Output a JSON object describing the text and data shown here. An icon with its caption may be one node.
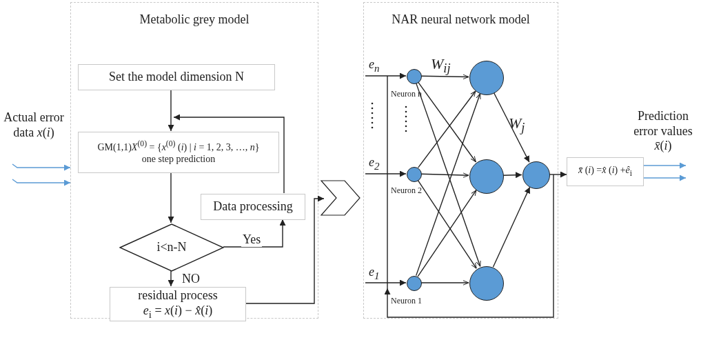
{
  "diagram": {
    "nodes": [
      {
        "text": [
          "Metabolic grey model"
        ]
      },
      {
        "text": [
          "Set the model dimension N"
        ],
        "in": 0
      },
      {
        "text": [
          "GM(1,1)*X*$^{(0)}$ = {*x*$^{(0)}$ (*i*) | *i* = 1, 2, 3, …, *n*}",
          "one step prediction"
        ],
        "in": 0
      },
      {
        "text": [
          "Data processing"
        ],
        "in": 0
      },
      {
        "text": [
          "i<n-N"
        ],
        "in": 0
      },
      {
        "text": [
          "residual process",
          "*e*$_{i}$ = *x*(*i*) − *x̂*(*i*)"
        ],
        "in": 0
      },
      {
        "text": [
          "NAR neural network model"
        ]
      },
      {
        "text": [],
        "shape": "circle",
        "in": 6,
        "beside": [
          "Neuron n"
        ]
      },
      {
        "text": [],
        "shape": "circle",
        "in": 6,
        "beside": [
          "Neuron 2"
        ]
      },
      {
        "text": [],
        "shape": "circle",
        "in": 6,
        "beside": [
          "Neuron 1"
        ]
      },
      {
        "text": [],
        "shape": "circle",
        "in": 6
      },
      {
        "text": [],
        "shape": "circle",
        "in": 6
      },
      {
        "text": [],
        "shape": "circle",
        "in": 6
      },
      {
        "text": [],
        "shape": "circle",
        "in": 6
      },
      {
        "text": [
          "*x̄* (*i*) =*x̂* (*i*) +*ê*$_{i}$"
        ]
      }
    ],
    "edges": [
      {
        "from": 1,
        "to": 2,
        "arrow": "to"
      },
      {
        "from": 2,
        "to": 4,
        "arrow": "to"
      },
      {
        "from": 4,
        "to": 3,
        "arrow": "to",
        "label": "Yes"
      },
      {
        "from": 3,
        "to": 2,
        "arrow": "to"
      },
      {
        "from": 4,
        "to": 5,
        "arrow": "to",
        "label": "NO"
      },
      {
        "from": 5,
        "to": null,
        "arrow": "to"
      },
      {
        "from": 0,
        "to": 6,
        "arrow": "to"
      },
      {
        "from": null,
        "to": 0,
        "arrow": "to",
        "color": "#5b9bd5"
      },
      {
        "from": null,
        "to": 0,
        "arrow": "to",
        "color": "#5b9bd5"
      },
      {
        "from": null,
        "to": 7,
        "arrow": "to",
        "label": "e$_{n}$"
      },
      {
        "from": null,
        "to": 8,
        "arrow": "to",
        "label": "e$_{2}$"
      },
      {
        "from": null,
        "to": 9,
        "arrow": "to",
        "label": "e$_{1}$"
      },
      {
        "from": 7,
        "to": 10,
        "arrow": "to"
      },
      {
        "from": 7,
        "to": 11,
        "arrow": "to"
      },
      {
        "from": 7,
        "to": 12,
        "arrow": "to"
      },
      {
        "from": 8,
        "to": 10,
        "arrow": "to"
      },
      {
        "from": 8,
        "to": 11,
        "arrow": "to"
      },
      {
        "from": 8,
        "to": 12,
        "arrow": "to"
      },
      {
        "from": 9,
        "to": 10,
        "arrow": "to"
      },
      {
        "from": 9,
        "to": 11,
        "arrow": "to"
      },
      {
        "from": 9,
        "to": 12,
        "arrow": "to"
      },
      {
        "from": 10,
        "to": 13,
        "arrow": "to"
      },
      {
        "from": 11,
        "to": 13,
        "arrow": "to"
      },
      {
        "from": 12,
        "to": 13,
        "arrow": "to"
      },
      {
        "from": 13,
        "to": 14,
        "arrow": "to"
      },
      {
        "from": 13,
        "to": 9,
        "arrow": "to"
      },
      {
        "from": 14,
        "to": null,
        "arrow": "to",
        "color": "#5b9bd5"
      },
      {
        "from": 14,
        "to": null,
        "arrow": "to",
        "color": "#5b9bd5"
      }
    ],
    "labels": [
      "Actual error data *x*(*i*)",
      "W$_{ij}$",
      "W$_{j}$",
      "Prediction error values *x̄*(*i*)"
    ]
  }
}
